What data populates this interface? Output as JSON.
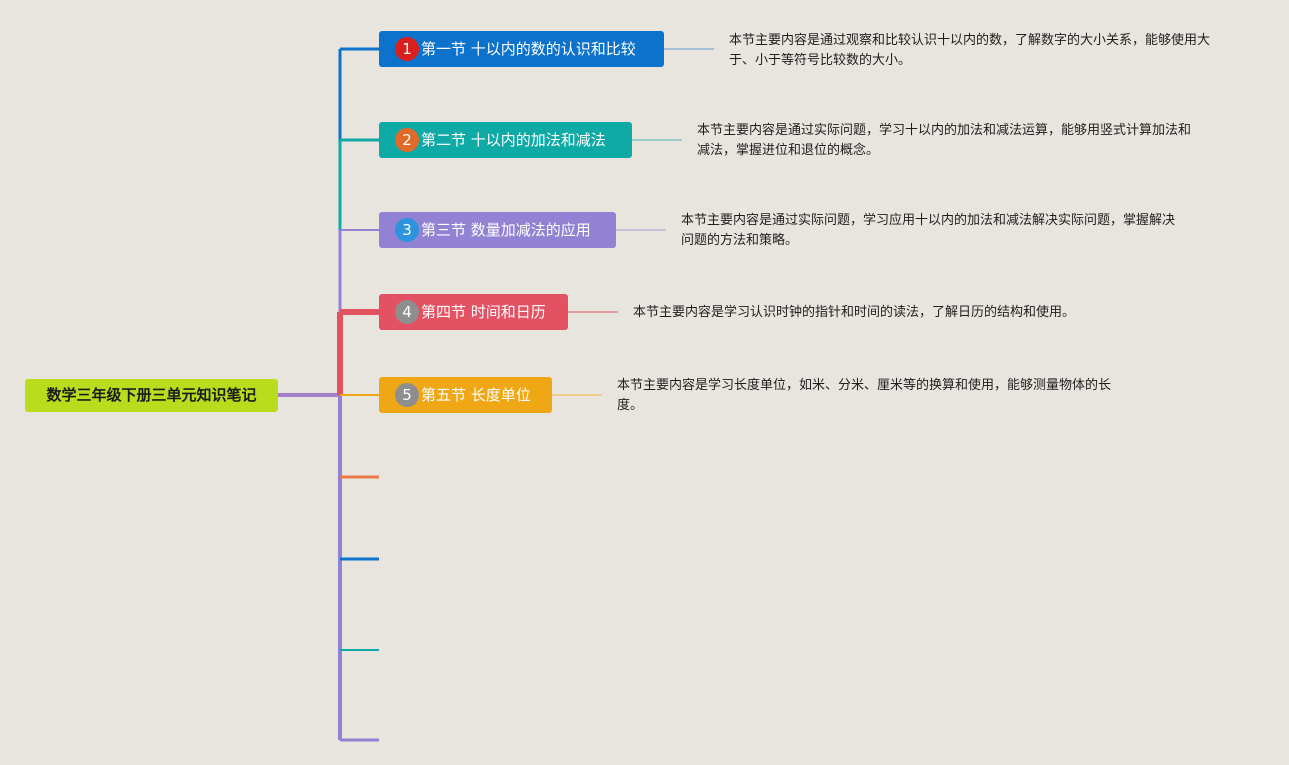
{
  "root": {
    "label": "数学三年级下册三单元知识笔记",
    "color": "#b9dc1d"
  },
  "topics": [
    {
      "number": "1",
      "label": "第一节 十以内的数的认识和比较",
      "note": "本节主要内容是通过观察和比较认识十以内的数，了解数字的大小关系，能够使用大于、小于等符号比较数的大小。",
      "color": "#0c72cb",
      "badge_color": "#d9201c"
    },
    {
      "number": "2",
      "label": "第二节 十以内的加法和减法",
      "note": "本节主要内容是通过实际问题，学习十以内的加法和减法运算，能够用竖式计算加法和减法，掌握进位和退位的概念。",
      "color": "#0fa9a6",
      "badge_color": "#e06a27"
    },
    {
      "number": "3",
      "label": "第三节 数量加减法的应用",
      "note": "本节主要内容是通过实际问题，学习应用十以内的加法和减法解决实际问题，掌握解决问题的方法和策略。",
      "color": "#9282d3",
      "badge_color": "#2b94dc"
    },
    {
      "number": "4",
      "label": "第四节 时间和日历",
      "note": "本节主要内容是学习认识时钟的指针和时间的读法，了解日历的结构和使用。",
      "color": "#e35263",
      "badge_color": "#8e8e8e"
    },
    {
      "number": "5",
      "label": "第五节 长度单位",
      "note": "本节主要内容是学习长度单位，如米、分米、厘米等的换算和使用，能够测量物体的长度。",
      "color": "#efa715",
      "badge_color": "#8e8e8e"
    }
  ],
  "empty_branch_colors": [
    "#e9794a",
    "#0c72cb",
    "#0fa9a6",
    "#9282d3"
  ]
}
